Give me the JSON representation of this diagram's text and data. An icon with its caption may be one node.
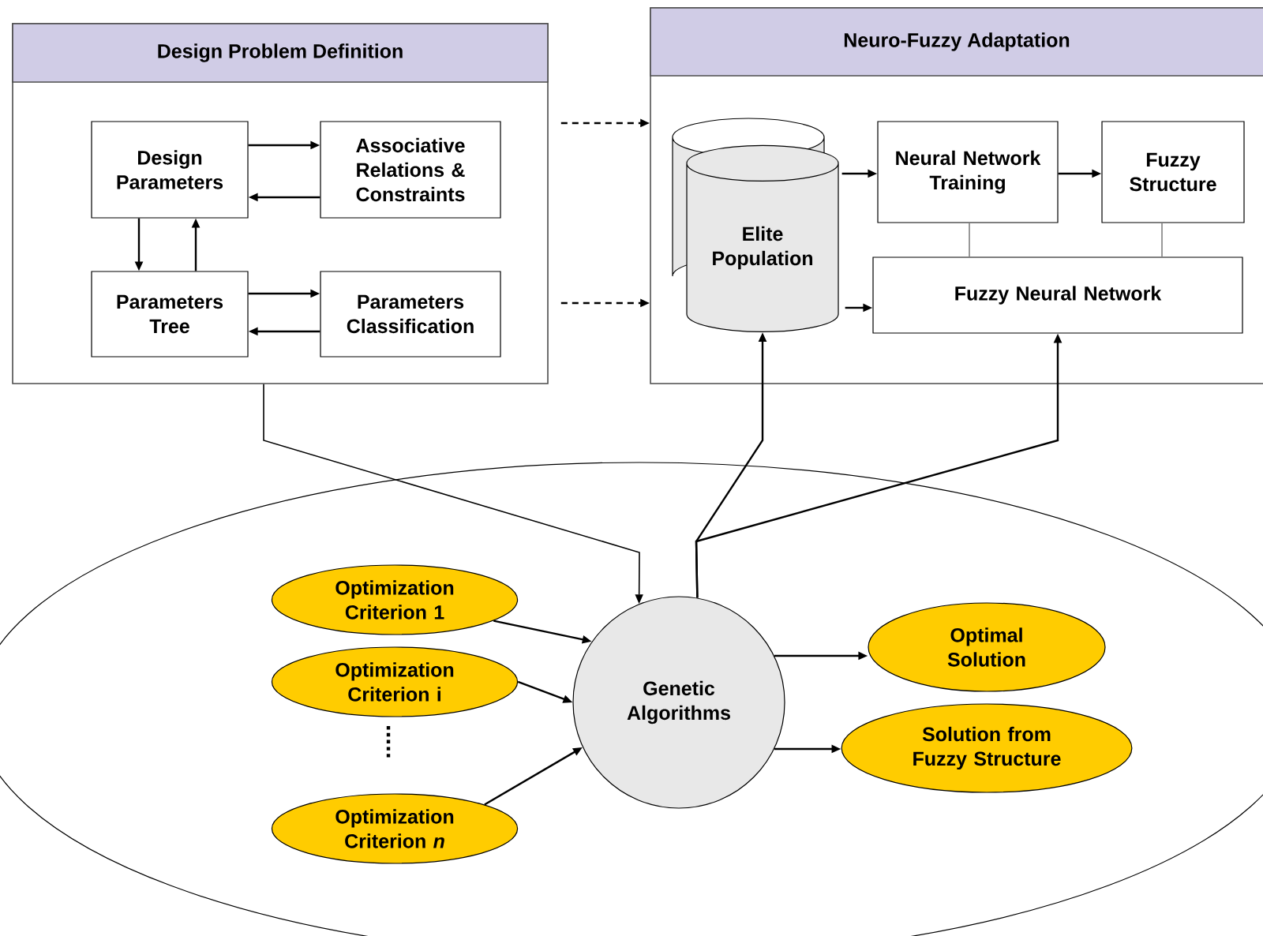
{
  "diagram": {
    "nodes": [
      {
        "text": [
          "Design Problem Definition"
        ]
      },
      {
        "text": [
          "Design Parameters"
        ],
        "in": 0
      },
      {
        "text": [
          "Associative Relations & Constraints"
        ],
        "in": 0
      },
      {
        "text": [
          "Parameters Tree"
        ],
        "in": 0
      },
      {
        "text": [
          "Parameters Classification"
        ],
        "in": 0
      },
      {
        "text": [
          "Neuro-Fuzzy Adaptation"
        ]
      },
      {
        "text": [
          "Elite Population"
        ],
        "in": 5
      },
      {
        "text": [
          "Neural Network Training"
        ],
        "in": 5
      },
      {
        "text": [
          "Fuzzy Structure"
        ],
        "in": 5
      },
      {
        "text": [
          "Fuzzy Neural Network"
        ],
        "in": 5
      },
      {
        "text": [],
        "shape": "ellipse"
      },
      {
        "text": [
          "Optimization Criterion 1"
        ],
        "in": 10
      },
      {
        "text": [
          "Optimization Criterion i"
        ],
        "in": 10
      },
      {
        "text": [
          "Optimization Criterion *n*"
        ],
        "in": 10
      },
      {
        "text": [
          "Genetic Algorithms"
        ],
        "in": 10
      },
      {
        "text": [
          "Optimal Solution"
        ],
        "in": 10
      },
      {
        "text": [
          "Solution from Fuzzy Structure"
        ],
        "in": 10
      }
    ],
    "edges": [
      {
        "from": 1,
        "to": 2,
        "arrow": "to"
      },
      {
        "from": 2,
        "to": 1,
        "arrow": "to"
      },
      {
        "from": 1,
        "to": 3,
        "arrow": "to"
      },
      {
        "from": 3,
        "to": 1,
        "arrow": "to"
      },
      {
        "from": 3,
        "to": 4,
        "arrow": "to"
      },
      {
        "from": 4,
        "to": 3,
        "arrow": "to"
      },
      {
        "from": 0,
        "to": 5,
        "arrow": "to",
        "style": "dashed"
      },
      {
        "from": 0,
        "to": 5,
        "arrow": "to",
        "style": "dashed"
      },
      {
        "from": 6,
        "to": 7,
        "arrow": "to"
      },
      {
        "from": 7,
        "to": 8,
        "arrow": "to"
      },
      {
        "from": 6,
        "to": 9,
        "arrow": "to"
      },
      {
        "from": 7,
        "to": 9,
        "arrow": "none",
        "color": "#808080"
      },
      {
        "from": 8,
        "to": 9,
        "arrow": "none",
        "color": "#808080"
      },
      {
        "from": 0,
        "to": 14,
        "arrow": "to"
      },
      {
        "from": 14,
        "to": 6,
        "arrow": "to"
      },
      {
        "from": 14,
        "to": 9,
        "arrow": "to"
      },
      {
        "from": 11,
        "to": 14,
        "arrow": "to"
      },
      {
        "from": 12,
        "to": 14,
        "arrow": "to"
      },
      {
        "from": 13,
        "to": 14,
        "arrow": "to"
      },
      {
        "from": 14,
        "to": 15,
        "arrow": "to"
      },
      {
        "from": 14,
        "to": 16,
        "arrow": "to"
      }
    ]
  }
}
